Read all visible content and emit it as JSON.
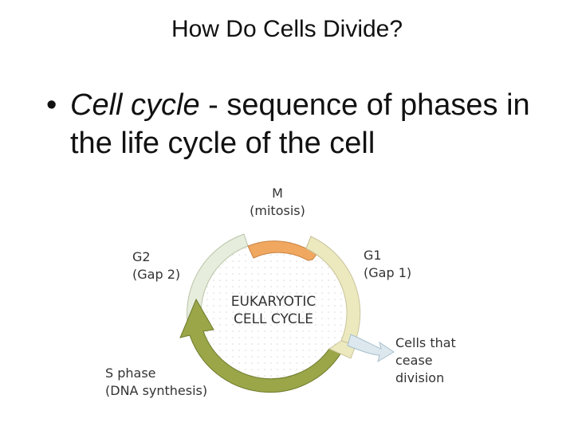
{
  "slide": {
    "title": "How Do Cells Divide?",
    "bullet": {
      "marker": "•",
      "term": "Cell cycle",
      "rest": " - sequence of phases in the life cycle of the cell"
    }
  },
  "diagram": {
    "center_line1": "EUKARYOTIC",
    "center_line2": "CELL CYCLE",
    "phases": {
      "m_line1": "M",
      "m_line2": "(mitosis)",
      "g1_line1": "G1",
      "g1_line2": "(Gap 1)",
      "g2_line1": "G2",
      "g2_line2": "(Gap 2)",
      "s_line1": "S phase",
      "s_line2": "(DNA synthesis)",
      "exit_line1": "Cells that",
      "exit_line2": "cease",
      "exit_line3": "division"
    },
    "colors": {
      "m": "#f0a860",
      "g1": "#ece9bf",
      "g2": "#e6eddc",
      "s": "#9aa648",
      "exit": "#dce8ee",
      "grid": "#e6e6e6"
    }
  }
}
